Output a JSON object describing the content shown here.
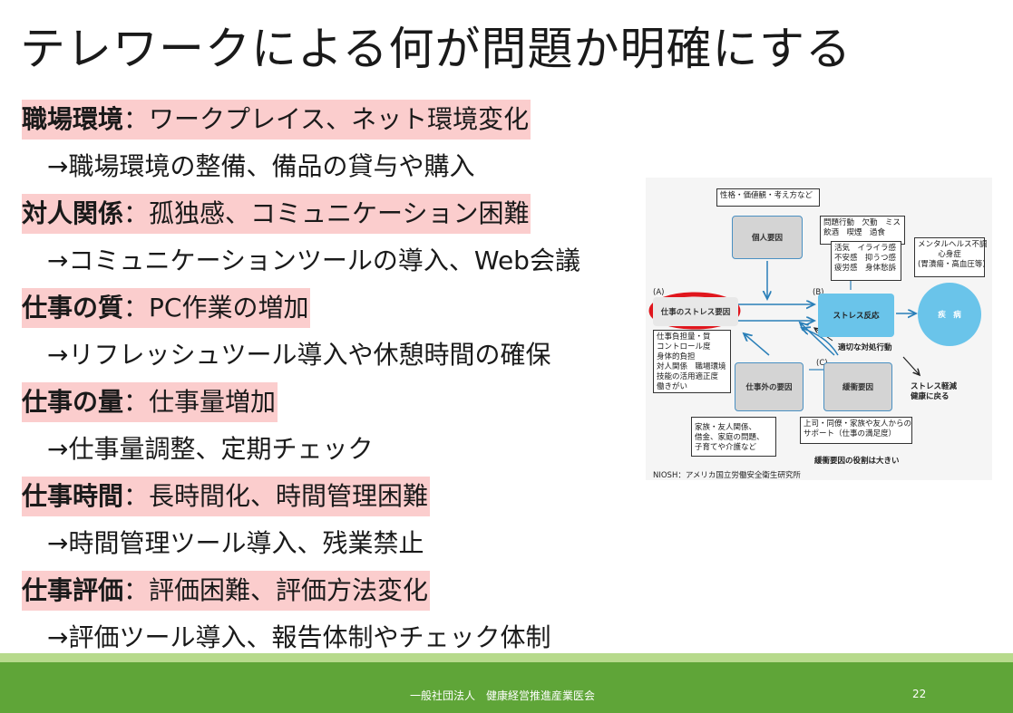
{
  "title": "テレワークによる何が問題か明確にする",
  "items": [
    {
      "category": "職場環境",
      "issue": "：ワークプレイス、ネット環境変化",
      "solution": "→職場環境の整備、備品の貸与や購入"
    },
    {
      "category": "対人関係",
      "issue": "：孤独感、コミュニケーション困難",
      "solution": "→コミュニケーションツールの導入、Web会議"
    },
    {
      "category": "仕事の質",
      "issue": "：PC作業の増加",
      "solution": "→リフレッシュツール導入や休憩時間の確保"
    },
    {
      "category": "仕事の量",
      "issue": "：仕事量増加",
      "solution": "→仕事量調整、定期チェック"
    },
    {
      "category": "仕事時間",
      "issue": "：長時間化、時間管理困難",
      "solution": "→時間管理ツール導入、残業禁止"
    },
    {
      "category": "仕事評価",
      "issue": "：評価困難、評価方法変化",
      "solution": "→評価ツール導入、報告体制やチェック体制"
    }
  ],
  "diagram": {
    "personality": "性格・価値観・考え方など",
    "individual": "個人要因",
    "a_label": "(A)",
    "b_label": "(B)",
    "c_label": "(C)",
    "stress_factor": "仕事のストレス要因",
    "stress_reaction": "ストレス反応",
    "disease": "疾　病",
    "outside_work": "仕事外の要因",
    "buffer": "緩衝要因",
    "behavior": [
      "問題行動　欠勤　ミス",
      "飲酒　喫煙　過食"
    ],
    "psych": [
      "活気　イライラ感",
      "不安感　抑うつ感",
      "疲労感　身体愁訴"
    ],
    "mental": [
      "メンタルヘルス不調",
      "心身症",
      "(胃潰瘍・高血圧等)"
    ],
    "work_burden": [
      "仕事負担量・質",
      "コントロール度",
      "身体的負担",
      "対人関係　職場環境",
      "技能の活用適正度",
      "働きがい"
    ],
    "coping": "適切な対処行動",
    "relief": [
      "ストレス軽減",
      "健康に戻る"
    ],
    "family": [
      "家族・友人関係、",
      "借金、家庭の問題、",
      "子育てや介護など"
    ],
    "support": [
      "上司・同僚・家族や友人からの",
      "サポート（仕事の満足度）"
    ],
    "buffer_role": "緩衝要因の役割は大きい",
    "source": "NIOSH：アメリカ国立労働安全衛生研究所"
  },
  "footer": {
    "org": "一般社団法人　健康経営推進産業医会",
    "page": "22"
  },
  "colors": {
    "highlight": "#fbcdcd",
    "footer": "#5fa538",
    "footer_line": "#b7da8c",
    "red_circle": "#e0161d",
    "blue_box": "#6ac4ea"
  }
}
